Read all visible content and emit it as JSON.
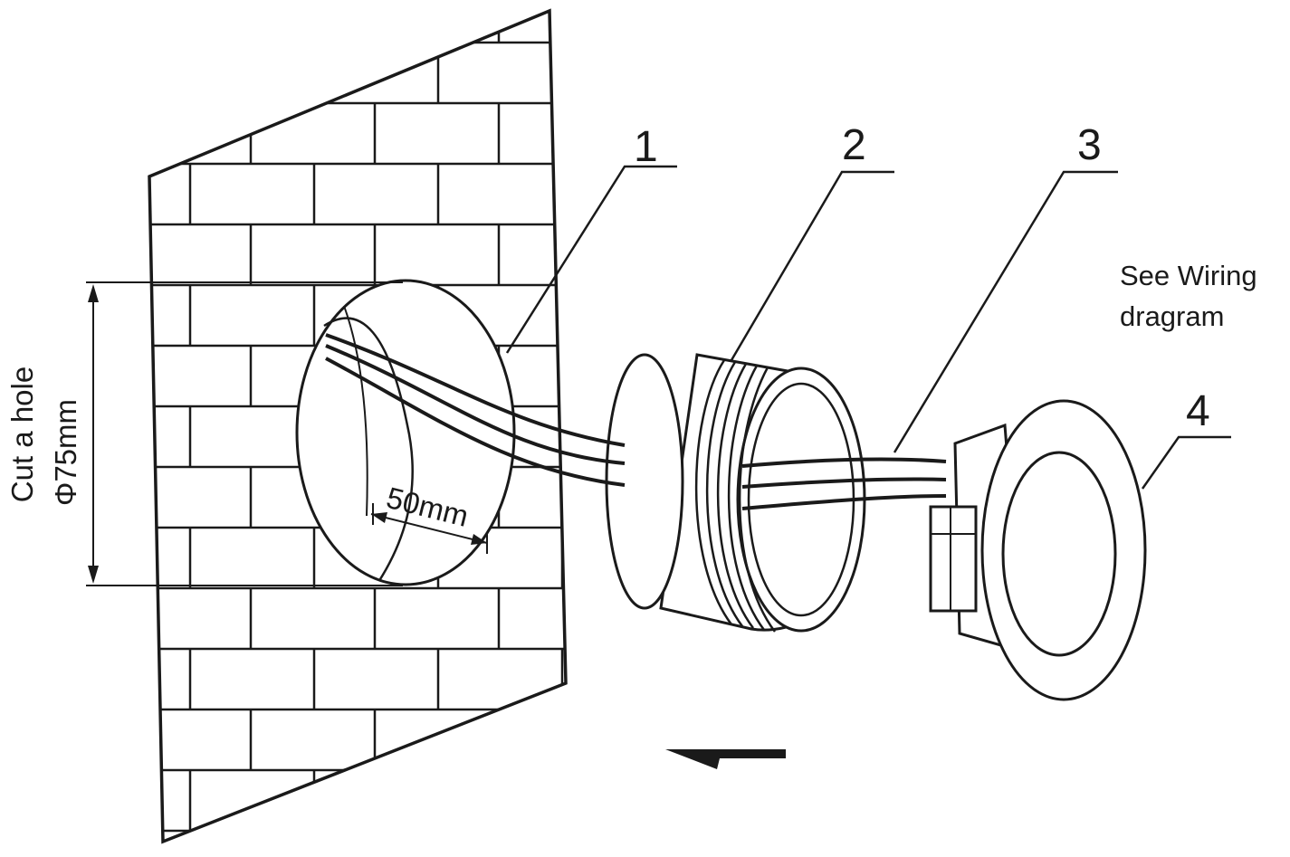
{
  "callouts": {
    "c1": "1",
    "c2": "2",
    "c3": "3",
    "c4": "4"
  },
  "notes": {
    "wiring_line1": "See Wiring",
    "wiring_line2": "dragram",
    "cut_line1": "Cut a hole",
    "cut_line2": "Φ75mm",
    "depth": "50mm"
  },
  "colors": {
    "ink": "#1a1a1a",
    "paper": "#ffffff"
  }
}
